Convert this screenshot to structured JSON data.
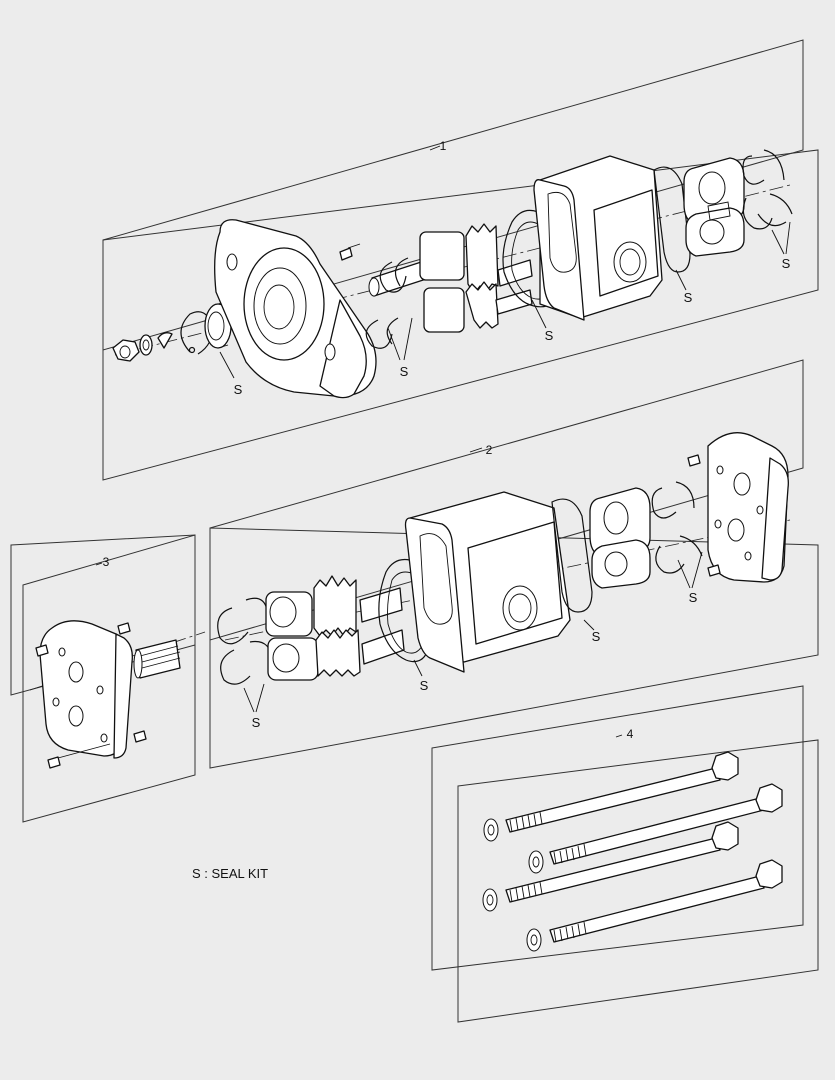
{
  "diagram": {
    "groups": [
      {
        "id": "1",
        "label": "1"
      },
      {
        "id": "2",
        "label": "2"
      },
      {
        "id": "3",
        "label": "3"
      },
      {
        "id": "4",
        "label": "4"
      }
    ],
    "seal_marker": "S",
    "legend": "S : SEAL KIT"
  },
  "colors": {
    "background": "#ececec",
    "line": "#111111"
  }
}
